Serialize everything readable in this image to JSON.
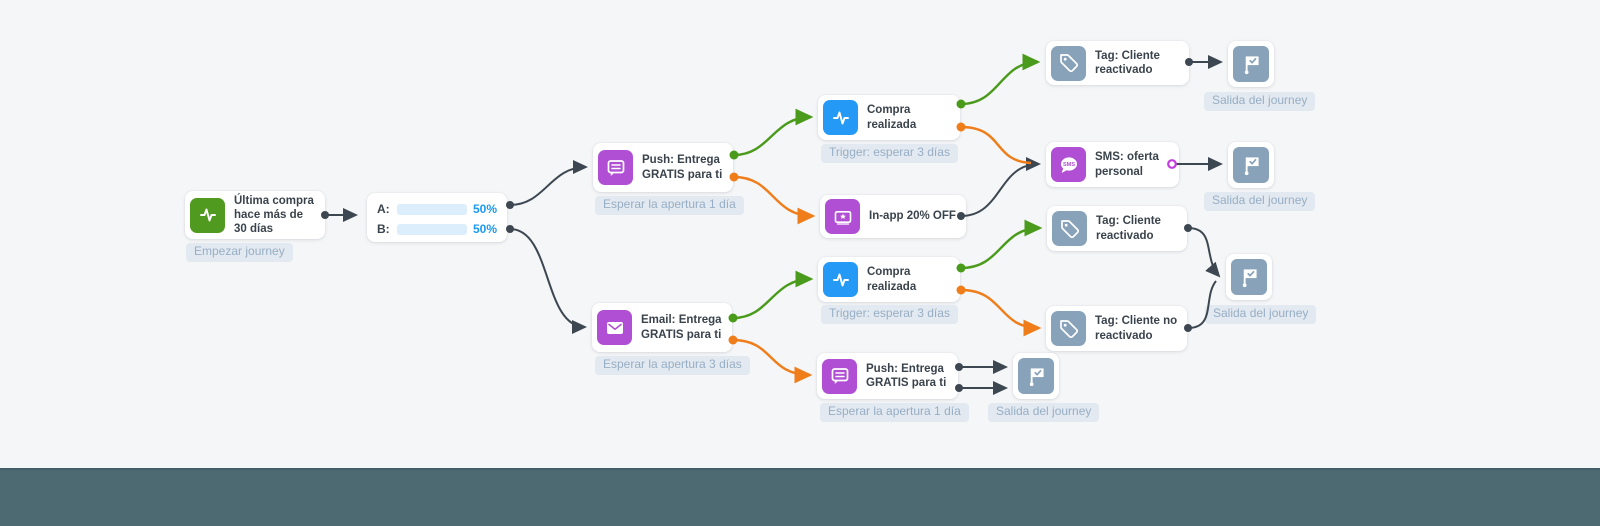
{
  "colors": {
    "background": "#f5f6f7",
    "bottom_bar": "#4d6a72",
    "node_green": "#4f9a1f",
    "node_blue": "#2499f5",
    "node_purple": "#b04fd4",
    "node_slate": "#87a2b9",
    "edge_dark": "#3d4752",
    "edge_green": "#4a9a1c",
    "edge_orange": "#ee7d1a",
    "split_bar_fill": "#1b9af0",
    "badge_bg": "#e3e9f0",
    "badge_text": "#97aec5"
  },
  "nodes": {
    "start": {
      "title": "Última compra hace más de 30 días",
      "badge": "Empezar journey",
      "icon": "activity-icon"
    },
    "split": {
      "a_label": "A:",
      "a_percent": "50%",
      "a_value": 50,
      "b_label": "B:",
      "b_percent": "50%",
      "b_value": 50
    },
    "push_top": {
      "title": "Push: Entrega GRATIS para ti",
      "badge": "Esperar la apertura 1 día",
      "icon": "push-message-icon"
    },
    "compra_top": {
      "title": "Compra realizada",
      "badge": "Trigger: esperar 3 días",
      "icon": "activity-icon"
    },
    "tag_top": {
      "title": "Tag: Cliente reactivado",
      "icon": "tag-icon"
    },
    "sms": {
      "title": "SMS: oferta personal",
      "icon": "sms-icon"
    },
    "inapp": {
      "title": "In-app 20% OFF",
      "icon": "ticket-icon"
    },
    "tag_mid": {
      "title": "Tag: Cliente reactivado",
      "icon": "tag-icon"
    },
    "tag_no": {
      "title": "Tag: Cliente no reactivado",
      "icon": "tag-icon"
    },
    "email": {
      "title": "Email: Entrega GRATIS para ti",
      "badge": "Esperar la apertura 3 días",
      "icon": "email-icon"
    },
    "compra_bottom": {
      "title": "Compra realizada",
      "badge": "Trigger: esperar 3 días",
      "icon": "activity-icon"
    },
    "push_bottom": {
      "title": "Push: Entrega GRATIS para ti",
      "badge": "Esperar la apertura 1 día",
      "icon": "push-message-icon"
    }
  },
  "exits": {
    "label": "Salida del journey",
    "icon": "flag-checkered-icon"
  }
}
